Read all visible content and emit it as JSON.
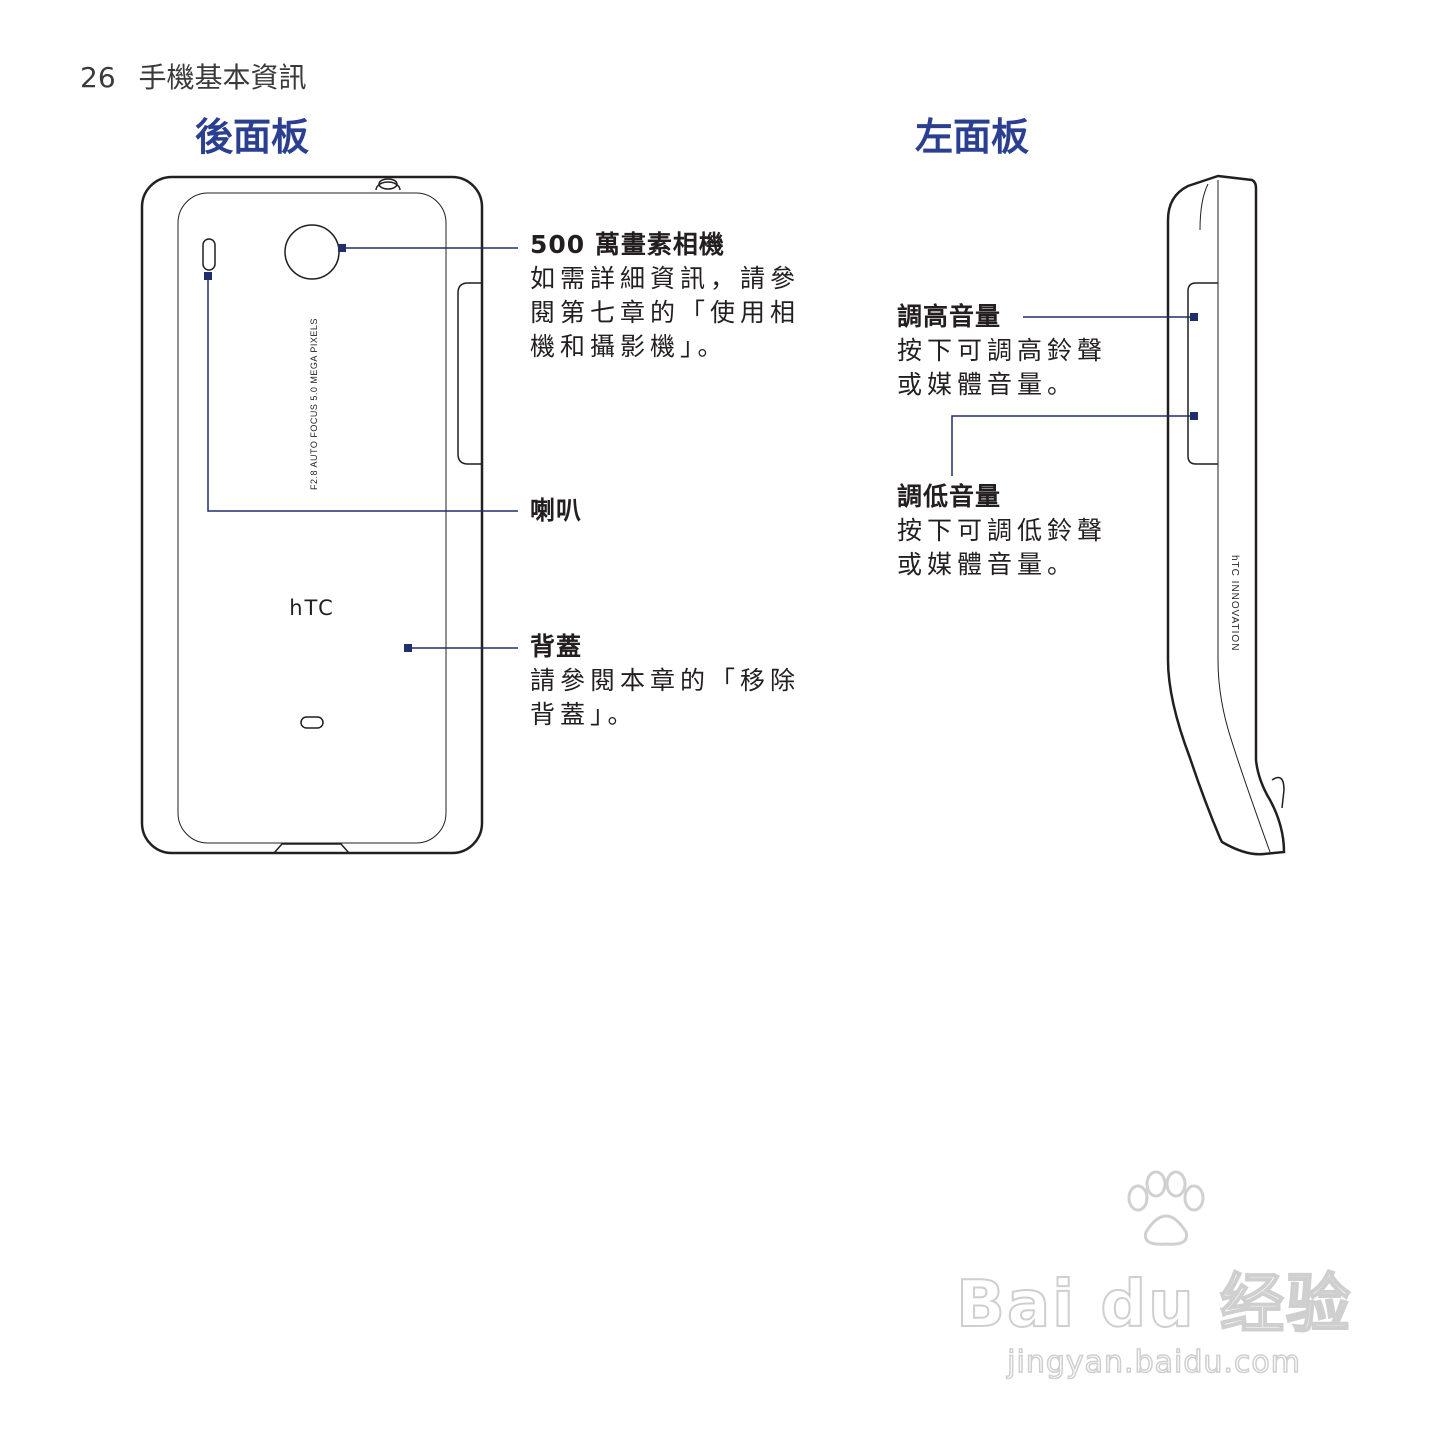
{
  "header": {
    "page_number": "26",
    "chapter": "手機基本資訊"
  },
  "sections": {
    "back_panel_title": "後面板",
    "left_panel_title": "左面板"
  },
  "back_panel": {
    "camera_text": "F2.8  AUTO FOCUS 5.0 MEGA PIXELS",
    "logo": "hTC",
    "callouts": {
      "camera": {
        "title": "500 萬畫素相機",
        "lines": [
          "如需詳細資訊，請參",
          "閱第七章的「使用相",
          "機和攝影機」。"
        ]
      },
      "speaker": {
        "title": "喇叭"
      },
      "back_cover": {
        "title": "背蓋",
        "lines": [
          "請參閱本章的「移除",
          "背蓋」。"
        ]
      }
    }
  },
  "left_panel": {
    "side_text": "hTC INNOVATION",
    "callouts": {
      "volume_up": {
        "title": "調高音量",
        "lines": [
          "按下可調高鈴聲",
          "或媒體音量。"
        ]
      },
      "volume_down": {
        "title": "調低音量",
        "lines": [
          "按下可調低鈴聲",
          "或媒體音量。"
        ]
      }
    }
  },
  "watermark": {
    "brand": "Bai du 经验",
    "url": "jingyan.baidu.com"
  },
  "colors": {
    "accent": "#2a3f8f",
    "leader": "#1f2f6b",
    "outline": "#231f20"
  }
}
